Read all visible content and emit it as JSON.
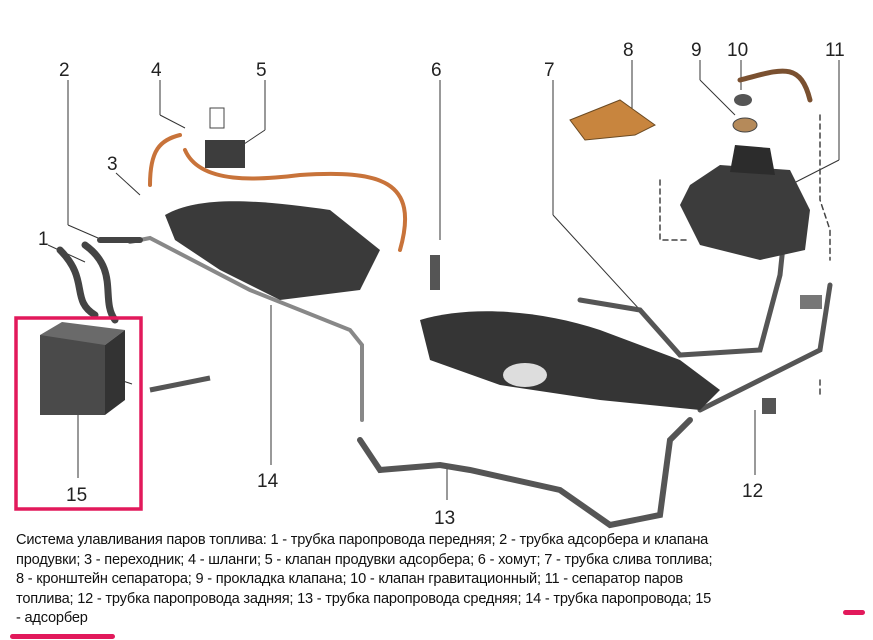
{
  "callouts": {
    "c1": "1",
    "c2": "2",
    "c3": "3",
    "c4": "4",
    "c5": "5",
    "c6": "6",
    "c7": "7",
    "c8": "8",
    "c9": "9",
    "c10": "10",
    "c11": "11",
    "c12": "12",
    "c13": "13",
    "c14": "14",
    "c15": "15"
  },
  "caption": {
    "lines": [
      "Система улавливания паров топлива: 1 - трубка паропровода передняя; 2 - трубка адсорбера и клапана",
      "продувки; 3 - переходник; 4 - шланги; 5 - клапан продувки адсорбера; 6 - хомут; 7 - трубка слива топлива;",
      "8 - кронштейн сепаратора; 9 - прокладка клапана; 10 - клапан гравитационный; 11 - сепаратор паров",
      "топлива; 12 - трубка паропровода задняя; 13 - трубка паропровода средняя; 14 - трубка паропровода; 15",
      "- адсорбер"
    ]
  },
  "colors": {
    "highlight": "#e2195b",
    "hose": "#c8733a",
    "tank": "#3a3a3a",
    "pipe": "#6b6b6b"
  }
}
